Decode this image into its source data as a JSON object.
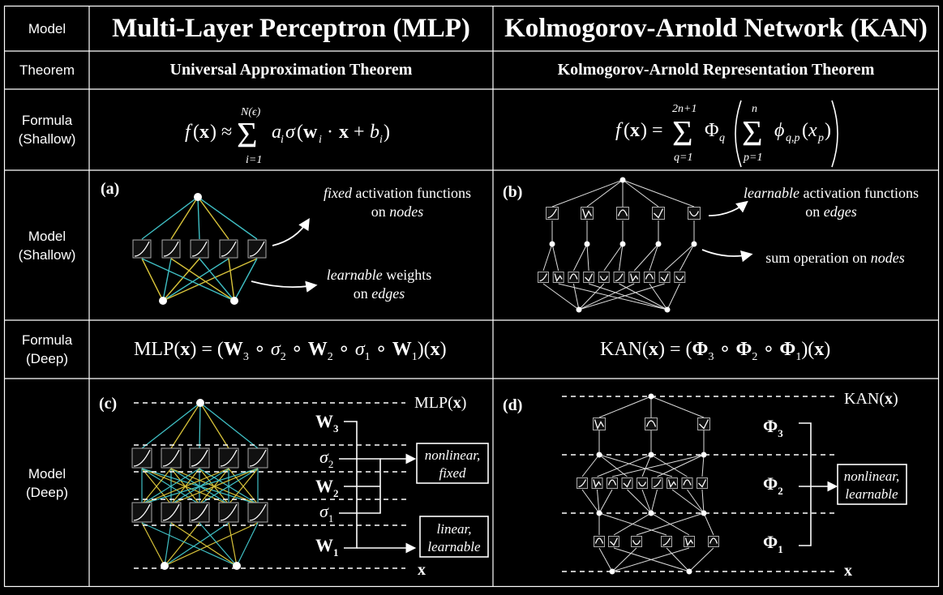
{
  "rows": {
    "model": {
      "label": "Model",
      "mlp": "Multi-Layer Perceptron (MLP)",
      "kan": "Kolmogorov-Arnold Network (KAN)"
    },
    "theorem": {
      "label": "Theorem",
      "mlp": "Universal Approximation Theorem",
      "kan": "Kolmogorov-Arnold Representation Theorem"
    },
    "formula_shallow": {
      "label_line1": "Formula",
      "label_line2": "(Shallow)",
      "mlp_upper": "N(ϵ)",
      "mlp_lower": "i=1",
      "kan_outer_upper": "2n+1",
      "kan_outer_lower": "q=1",
      "kan_inner_upper": "n",
      "kan_inner_lower": "p=1"
    },
    "model_shallow": {
      "label_line1": "Model",
      "label_line2": "(Shallow)",
      "panel_a": "(a)",
      "panel_b": "(b)",
      "a_note1_em": "fixed",
      "a_note1_rest": " activation functions",
      "a_note1_line2_pre": "on ",
      "a_note1_line2_em": "nodes",
      "a_note2_em": "learnable",
      "a_note2_rest": " weights",
      "a_note2_line2_pre": "on ",
      "a_note2_line2_em": "edges",
      "b_note1_em": "learnable",
      "b_note1_rest": " activation functions",
      "b_note1_line2_pre": "on ",
      "b_note1_line2_em": "edges",
      "b_note2_pre": "sum operation on ",
      "b_note2_em": "nodes"
    },
    "formula_deep": {
      "label_line1": "Formula",
      "label_line2": "(Deep)",
      "mlp_prefix": "MLP(",
      "kan_prefix": "KAN("
    },
    "model_deep": {
      "label_line1": "Model",
      "label_line2": "(Deep)",
      "panel_c": "(c)",
      "panel_d": "(d)",
      "c_top": "MLP(",
      "c_bottom": "x",
      "c_layers": [
        "W",
        "σ",
        "W",
        "σ",
        "W"
      ],
      "c_box1_line1": "nonlinear,",
      "c_box1_line2": "fixed",
      "c_box2_line1": "linear,",
      "c_box2_line2": "learnable",
      "d_top": "KAN(",
      "d_bottom": "x",
      "d_layers": [
        "Φ",
        "Φ",
        "Φ"
      ],
      "d_box_line1": "nonlinear,",
      "d_box_line2": "learnable"
    }
  },
  "colors": {
    "background": "#000000",
    "grid": "#ffffff",
    "mlp_edge_teal": "#3fbfc4",
    "mlp_edge_yellow": "#d8c33a",
    "node": "#ffffff"
  }
}
